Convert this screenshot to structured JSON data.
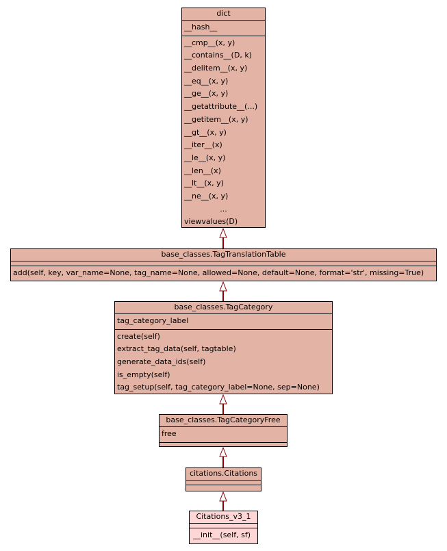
{
  "classes": {
    "dict": {
      "name": "dict",
      "attributes": [
        "__hash__"
      ],
      "methods": [
        "__cmp__(x, y)",
        "__contains__(D, k)",
        "__delitem__(x, y)",
        "__eq__(x, y)",
        "__ge__(x, y)",
        "__getattribute__(...)",
        "__getitem__(x, y)",
        "__gt__(x, y)",
        "__iter__(x)",
        "__le__(x, y)",
        "__len__(x)",
        "__lt__(x, y)",
        "__ne__(x, y)",
        "...",
        "viewvalues(D)"
      ]
    },
    "tag_translation_table": {
      "name": "base_classes.TagTranslationTable",
      "attributes": [],
      "methods": [
        "add(self, key, var_name=None, tag_name=None, allowed=None, default=None, format='str', missing=True)"
      ]
    },
    "tag_category": {
      "name": "base_classes.TagCategory",
      "attributes": [
        "tag_category_label"
      ],
      "methods": [
        "create(self)",
        "extract_tag_data(self, tagtable)",
        "generate_data_ids(self)",
        "is_empty(self)",
        "tag_setup(self, tag_category_label=None, sep=None)"
      ]
    },
    "tag_category_free": {
      "name": "base_classes.TagCategoryFree",
      "attributes": [
        "free"
      ],
      "methods": []
    },
    "citations": {
      "name": "citations.Citations",
      "attributes": [],
      "methods": []
    },
    "citations_v3_1": {
      "name": "Citations_v3_1",
      "attributes": [],
      "methods": [
        "__init__(self, sf)"
      ]
    }
  },
  "colors": {
    "class_fill": "#e3b3a5",
    "leaf_fill": "#ffd6d6",
    "edge": "#8b0000"
  }
}
